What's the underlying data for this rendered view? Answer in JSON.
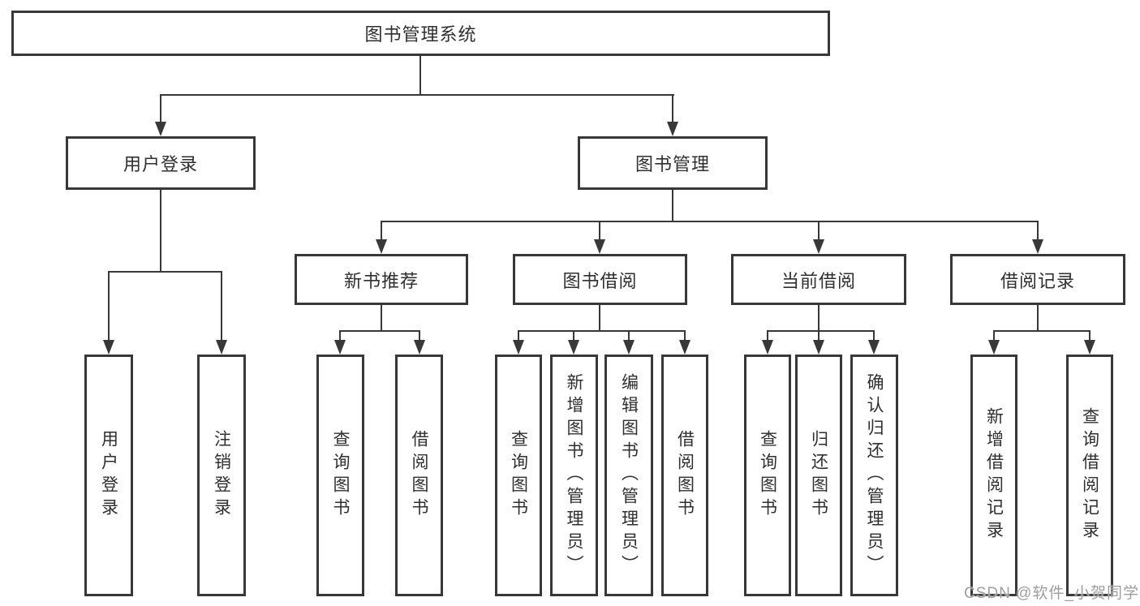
{
  "diagram": {
    "title": {
      "label": "图书管理系统"
    },
    "level2": {
      "user_login": {
        "label": "用户登录"
      },
      "book_management": {
        "label": "图书管理"
      }
    },
    "level3": {
      "new_book_recommend": {
        "label": "新书推荐"
      },
      "book_borrow": {
        "label": "图书借阅"
      },
      "current_borrow": {
        "label": "当前借阅"
      },
      "borrow_records": {
        "label": "借阅记录"
      }
    },
    "leaves": {
      "user_login": [
        {
          "label": "用户登录"
        },
        {
          "label": "注销登录"
        }
      ],
      "new_book_recommend": [
        {
          "label": "查询图书"
        },
        {
          "label": "借阅图书"
        }
      ],
      "book_borrow": [
        {
          "label": "查询图书"
        },
        {
          "label": "新增图书（管理员）"
        },
        {
          "label": "编辑图书（管理员）"
        },
        {
          "label": "借阅图书"
        }
      ],
      "current_borrow": [
        {
          "label": "查询图书"
        },
        {
          "label": "归还图书"
        },
        {
          "label": "确认归还（管理员）"
        }
      ],
      "borrow_records": [
        {
          "label": "新增借阅记录"
        },
        {
          "label": "查询借阅记录"
        }
      ]
    },
    "watermark": "CSDN @软件_小贺同学",
    "colors": {
      "line": "#383838",
      "text": "#2f2f2f",
      "watermark": "#9e9e9e",
      "background": "#ffffff"
    }
  }
}
